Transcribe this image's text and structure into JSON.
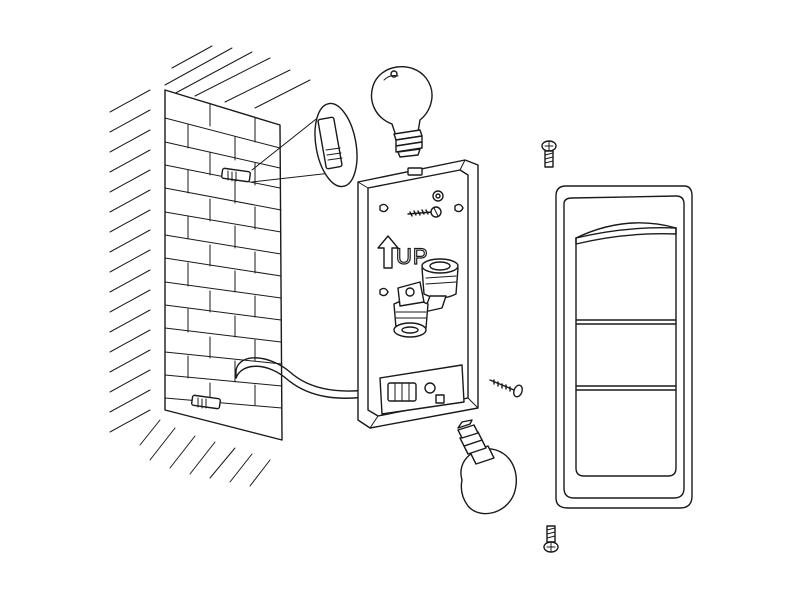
{
  "diagram": {
    "up_label": "UP",
    "colors": {
      "line": "#1a1a1a",
      "background": "#ffffff"
    },
    "parts": [
      "brick-wall",
      "wall-plug-upper",
      "wall-plug-lower",
      "plug-detail-callout",
      "mains-cable",
      "mounting-box",
      "wall-screw-upper",
      "wall-screw-lower",
      "lamp-holder-upper",
      "lamp-holder-lower",
      "terminal-block",
      "bulb-upper",
      "bulb-lower",
      "cover-screw-top",
      "cover-screw-bottom",
      "front-cover-panel"
    ]
  }
}
